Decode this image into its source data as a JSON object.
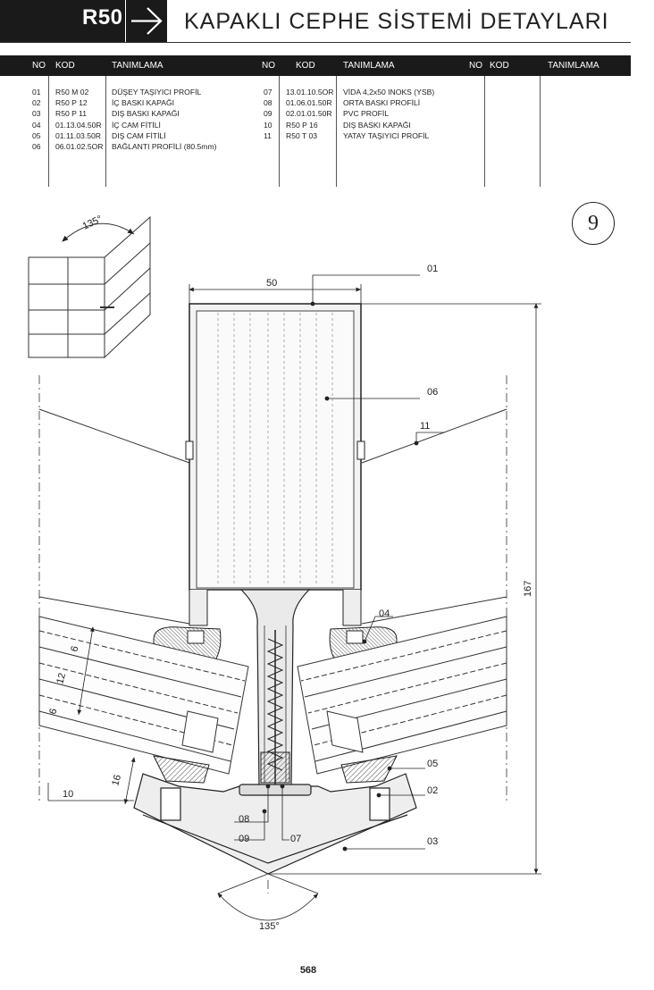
{
  "header": {
    "series_code": "R50",
    "title": "KAPAKLI CEPHE SİSTEMİ DETAYLARI",
    "arrow_icon": "right-arrow-icon"
  },
  "table": {
    "headers": {
      "no": "NO",
      "code": "KOD",
      "desc": "TANIMLAMA"
    },
    "rows_left": [
      {
        "no": "01",
        "code": "R50 M 02",
        "desc": "DÜŞEY TAŞIYICI PROFİL"
      },
      {
        "no": "02",
        "code": "R50 P 12",
        "desc": "İÇ BASKI KAPAĞI"
      },
      {
        "no": "03",
        "code": "R50 P 11",
        "desc": "DIŞ BASKI KAPAĞI"
      },
      {
        "no": "04",
        "code": "01.13.04.50R",
        "desc": "İÇ CAM FİTİLİ"
      },
      {
        "no": "05",
        "code": "01.11.03.50R",
        "desc": "DIŞ CAM FİTİLİ"
      },
      {
        "no": "06",
        "code": "06.01.02.5OR",
        "desc": "BAĞLANTI PROFİLİ (80.5mm)"
      }
    ],
    "rows_mid": [
      {
        "no": "07",
        "code": "13.01.10.5OR",
        "desc": "VİDA 4,2x50 INOKS (YSB)"
      },
      {
        "no": "08",
        "code": "01.06.01.50R",
        "desc": "ORTA BASKI PROFİLİ"
      },
      {
        "no": "09",
        "code": "02.01.01.50R",
        "desc": "PVC PROFİL"
      },
      {
        "no": "10",
        "code": "R50 P 16",
        "desc": "DIŞ BASKI KAPAĞI"
      },
      {
        "no": "11",
        "code": "R50 T 03",
        "desc": "YATAY TAŞIYICI PROFİL"
      }
    ]
  },
  "drawing": {
    "detail_number": "9",
    "dimensions": {
      "width_top": "50",
      "height_right": "167",
      "angle_top": "135°",
      "angle_bottom": "135°",
      "glass_12": "12",
      "glass_6a": "6",
      "glass_6b": "6",
      "gap_16": "16",
      "offset_10": "10"
    },
    "callouts": {
      "c01": "01",
      "c02": "02",
      "c03": "03",
      "c04": "04",
      "c05": "05",
      "c06": "06",
      "c07": "07",
      "c08": "08",
      "c09": "09",
      "c11": "11"
    }
  },
  "page": {
    "number": "568"
  }
}
